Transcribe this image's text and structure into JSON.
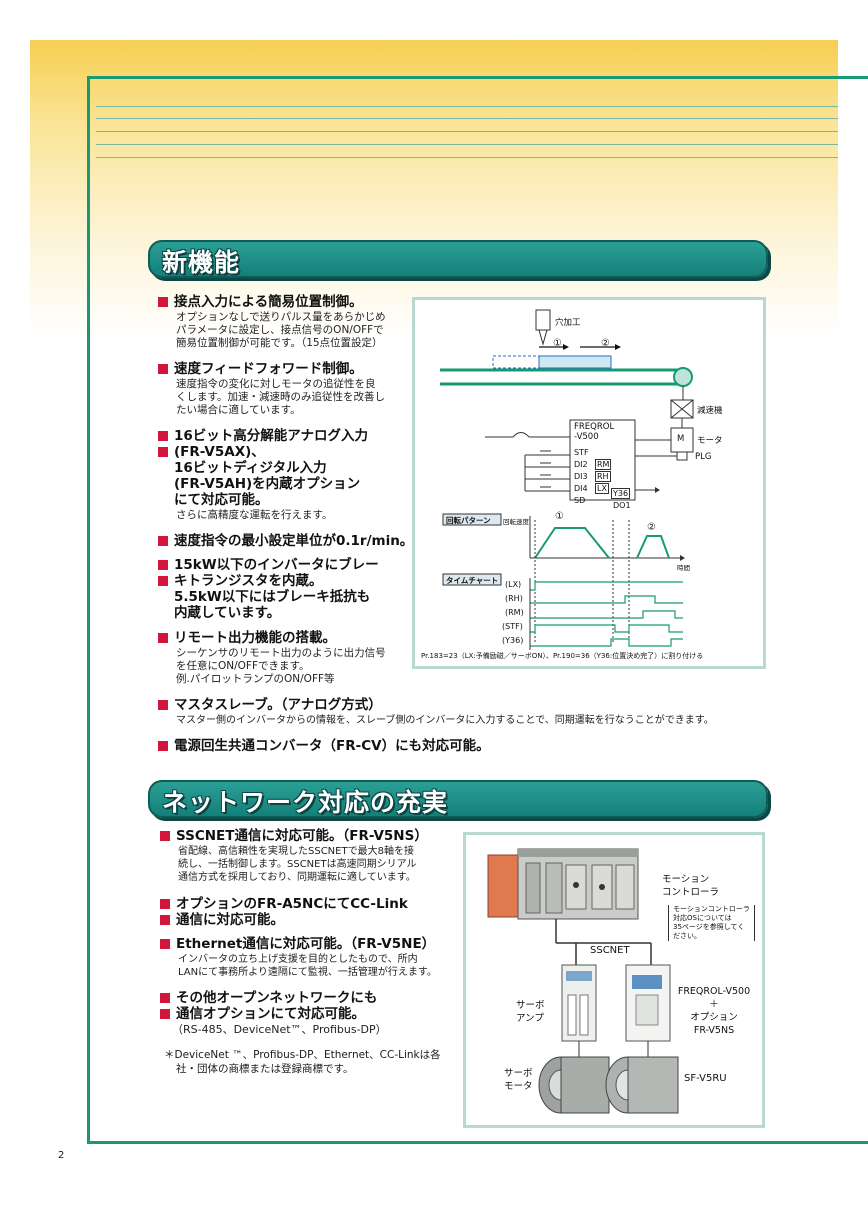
{
  "page_number": "2",
  "section1": {
    "title": "新機能",
    "features": [
      {
        "heading": "接点入力による簡易位置制御。",
        "body": [
          "オプションなしで送りパルス量をあらかじめ",
          "パラメータに設定し、接点信号のON/OFFで",
          "簡易位置制御が可能です。（15点位置設定）"
        ]
      },
      {
        "heading": "速度フィードフォワード制御。",
        "body": [
          "速度指令の変化に対しモータの追従性を良",
          "くします。加速・減速時のみ追従性を改善し",
          "たい場合に適しています。"
        ]
      },
      {
        "heading": "16ビット高分解能アナログ入力",
        "heading_lines": [
          "(FR-V5AX)、",
          "16ビットディジタル入力",
          "(FR-V5AH)を内蔵オプション",
          "にて対応可能。"
        ],
        "body": [
          "さらに高精度な運転を行えます。"
        ]
      },
      {
        "heading": "速度指令の最小設定単位が0.1r/min。",
        "body": []
      },
      {
        "heading": "15kW以下のインバータにブレー",
        "heading_lines": [
          "キトランジスタを内蔵。",
          "5.5kW以下にはブレーキ抵抗も",
          "内蔵しています。"
        ],
        "body": []
      },
      {
        "heading": "リモート出力機能の搭載。",
        "body": [
          "シーケンサのリモート出力のように出力信号",
          "を任意にON/OFFできます。",
          "例.パイロットランプのON/OFF等"
        ]
      },
      {
        "heading": "マスタスレーブ。（アナログ方式）",
        "body": [
          "マスター側のインバータからの情報を、スレーブ側のインバータに入力することで、同期運転を行なうことができます。"
        ]
      },
      {
        "heading": "電源回生共通コンバータ（FR-CV）にも対応可能。",
        "body": []
      }
    ],
    "diagram": {
      "drill_label": "穴加工",
      "pos1": "①",
      "pos2": "②",
      "reducer_label": "減速機",
      "motor_box": "M",
      "motor_label": "モータ",
      "plg_label": "PLG",
      "inverter_name_1": "FREQROL",
      "inverter_name_2": "-V500",
      "terminals": [
        "STF",
        "DI2",
        "DI3",
        "DI4",
        "SD"
      ],
      "terminal_funcs": [
        "RM",
        "RH",
        "LX"
      ],
      "out_y36": "Y36",
      "out_do1": "DO1",
      "pattern_tag": "回転パターン",
      "speed_axis": "回転速度",
      "time_axis": "時間",
      "timechart_tag": "タイムチャート",
      "signals": [
        "(LX)",
        "(RH)",
        "(RM)",
        "(STF)",
        "(Y36)"
      ],
      "note": "Pr.183=23（LX:予備励磁／サーボON）、Pr.190=36（Y36:位置決め完了）に割り付ける"
    }
  },
  "section2": {
    "title": "ネットワーク対応の充実",
    "features": [
      {
        "heading": "SSCNET通信に対応可能。（FR-V5NS）",
        "body": [
          "省配線、高信頼性を実現したSSCNETで最大8軸を接",
          "続し、一括制御します。SSCNETは高速同期シリアル",
          "通信方式を採用しており、同期運転に適しています。"
        ]
      },
      {
        "heading": "オプションのFR-A5NCにてCC-Link",
        "heading_lines": [
          "通信に対応可能。"
        ],
        "body": []
      },
      {
        "heading": "Ethernet通信に対応可能。（FR-V5NE）",
        "body": [
          "インバータの立ち上げ支援を目的としたもので、所内",
          "LANにて事務所より遠隔にて監視、一括管理が行えます。"
        ]
      },
      {
        "heading": "その他オープンネットワークにも",
        "heading_lines": [
          "通信オプションにて対応可能。"
        ],
        "body": [
          "（RS-485、DeviceNet™、Profibus-DP）"
        ]
      }
    ],
    "trademark_note": [
      "＊DeviceNet ™、Profibus-DP、Ethernet、CC-Linkは各",
      "社・団体の商標または登録商標です。"
    ],
    "diagram": {
      "motion_controller": [
        "モーション",
        "コントローラ"
      ],
      "motion_note": [
        "モーションコントローラ",
        "対応OSについては",
        "35ページを参照してく",
        "ださい。"
      ],
      "sscnet_label": "SSCNET",
      "servo_amp": [
        "サーボ",
        "アンプ"
      ],
      "inverter_combo": [
        "FREQROL-V500",
        "＋",
        "オプション",
        "FR-V5NS"
      ],
      "servo_motor": [
        "サーボ",
        "モータ"
      ],
      "motor_model": "SF-V5RU"
    }
  },
  "colors": {
    "accent_green": "#179a73",
    "banner_teal": "#14807a",
    "bullet_red": "#d2163b",
    "header_yellow": "#f6cf52"
  }
}
